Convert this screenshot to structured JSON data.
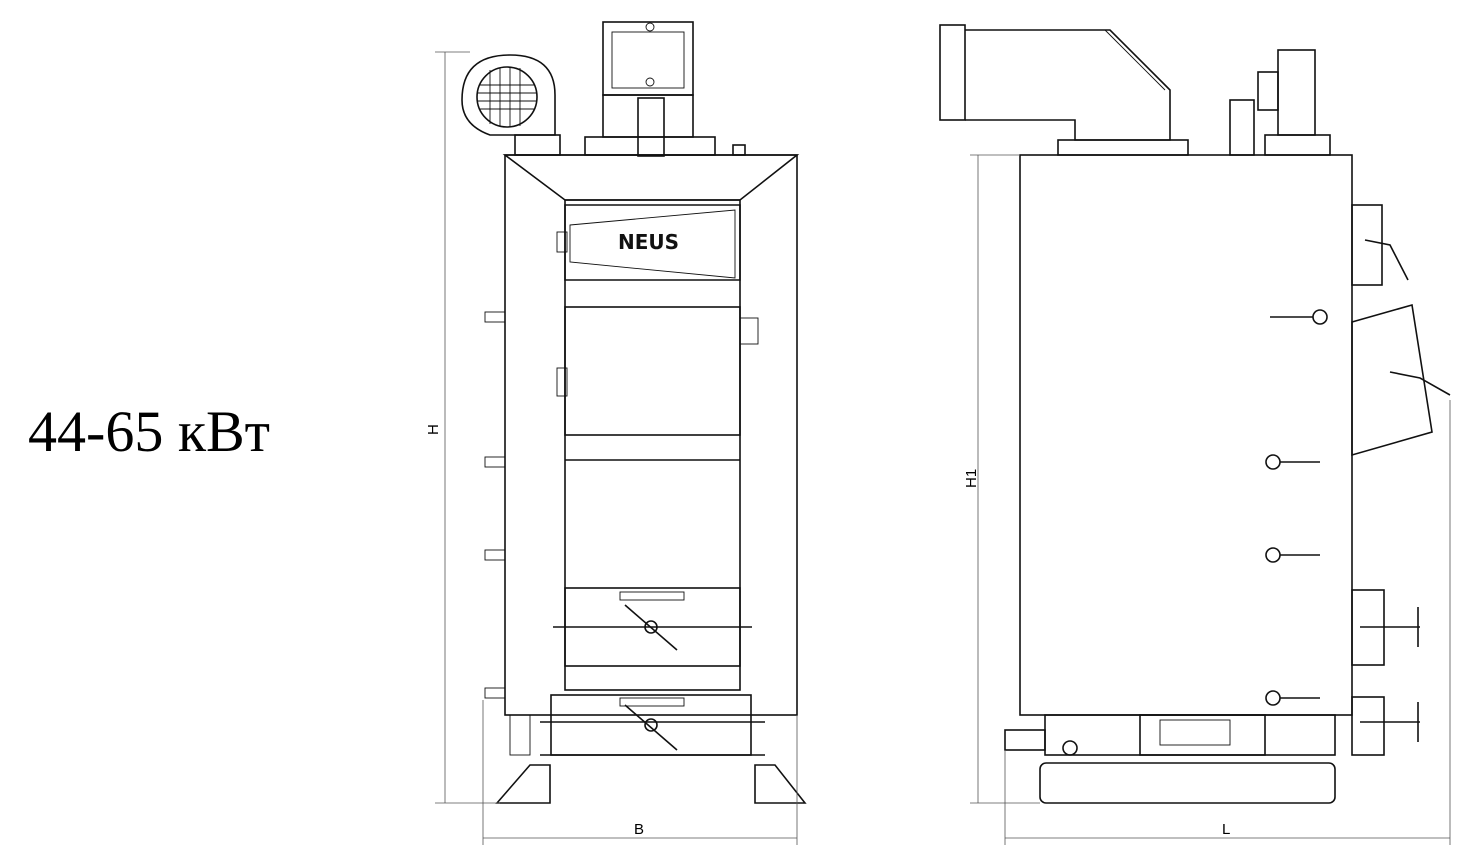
{
  "power_label": "44-65 кВт",
  "front_view": {
    "logo": "NEUS",
    "height_label": "H",
    "width_label": "B"
  },
  "side_view": {
    "height_label": "H1",
    "length_label": "L"
  }
}
